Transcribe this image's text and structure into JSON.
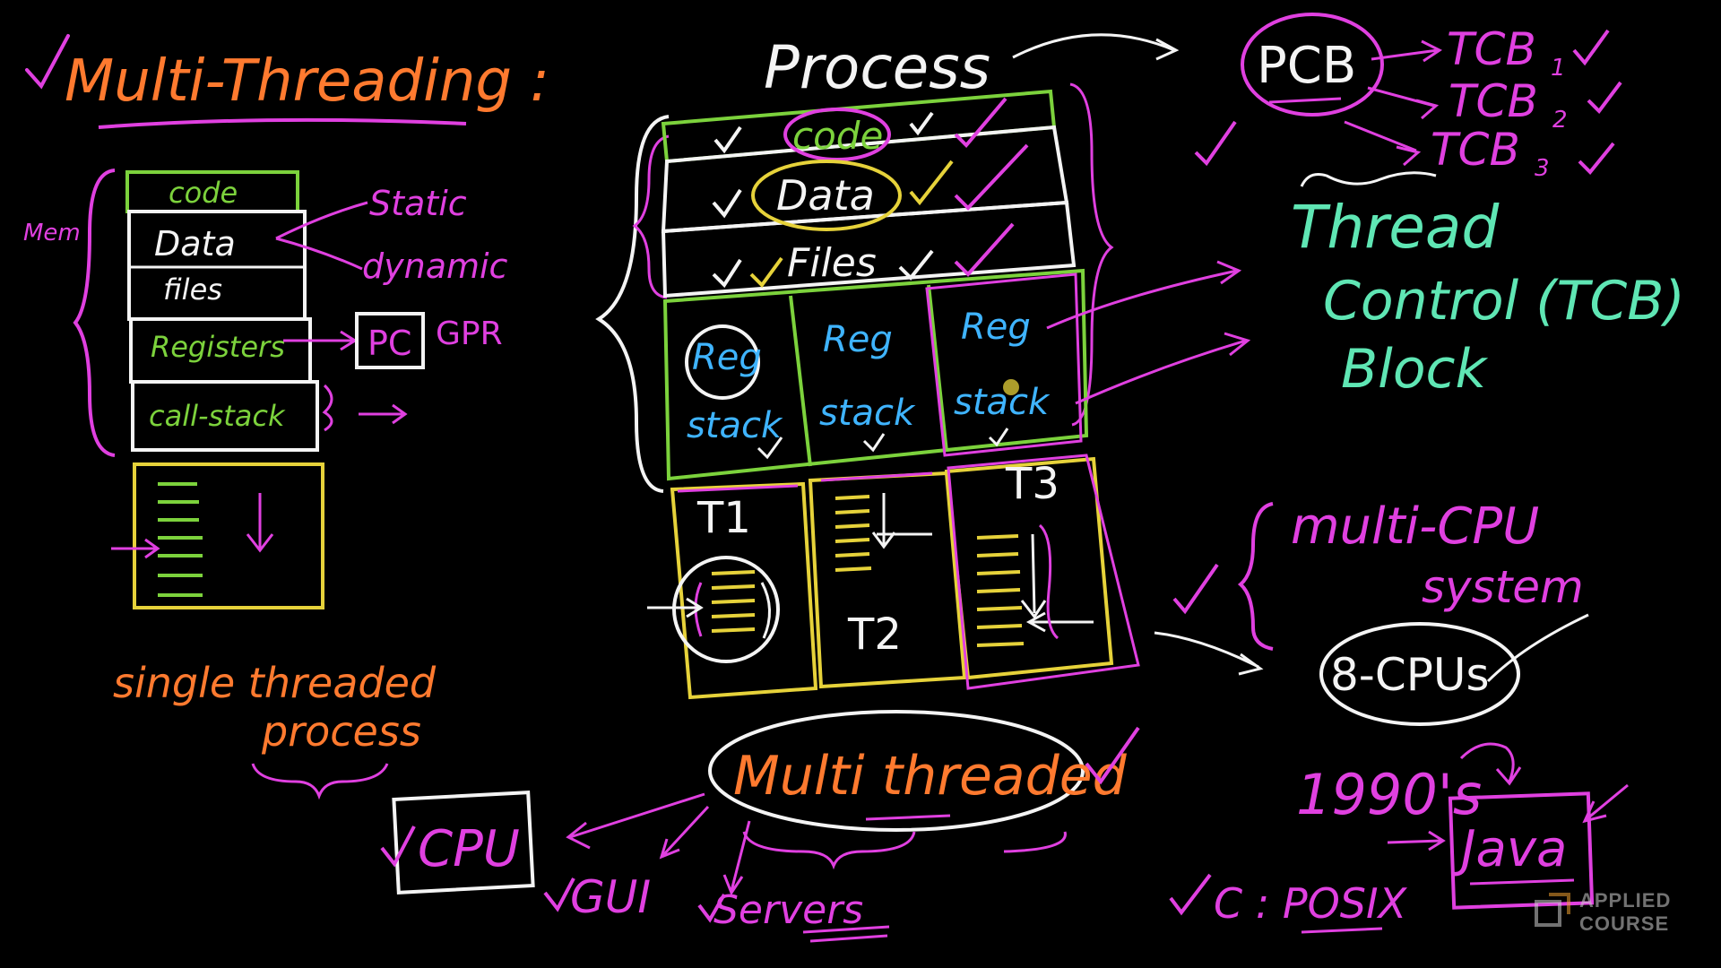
{
  "colors": {
    "background": "#000000",
    "white": "#f4f4f4",
    "orange": "#ff7a2f",
    "magenta": "#e040e0",
    "green": "#7cd23c",
    "blue": "#3fb4ff",
    "yellow": "#e6d23a",
    "teal": "#5fe6b4"
  },
  "left": {
    "title": "Multi-Threading :",
    "mem_label": "Mem",
    "stack_sections": [
      "code",
      "Data",
      "files",
      "Registers",
      "call-stack"
    ],
    "static_label": "Static",
    "dynamic_label": "dynamic",
    "pc_label": "PC",
    "gpr_label": "GPR",
    "caption_line1": "single threaded",
    "caption_line2": "process"
  },
  "center": {
    "title": "Process",
    "sections": {
      "code": "code",
      "data": "Data",
      "files": "Files"
    },
    "threads": [
      {
        "reg": "Reg",
        "stack": "stack",
        "label": "T1"
      },
      {
        "reg": "Reg",
        "stack": "stack",
        "label": "T2"
      },
      {
        "reg": "Reg",
        "stack": "stack",
        "label": "T3"
      }
    ],
    "multithreaded": "Multi threaded",
    "cpu_label": "CPU",
    "gui_label": "GUI",
    "servers_label": "Servers"
  },
  "right": {
    "pcb": "PCB",
    "tcbs": [
      "TCB",
      "TCB",
      "TCB"
    ],
    "tcb_subscripts": [
      "1",
      "2",
      "3"
    ],
    "tcb_full_line1": "Thread",
    "tcb_full_line2": "Control (TCB)",
    "tcb_full_line3": "Block",
    "multi_cpu_line1": "multi-CPU",
    "multi_cpu_line2": "system",
    "cpus": "8-CPUs",
    "year": "1990's",
    "java": "Java",
    "posix": "C : POSIX"
  },
  "logo": {
    "line1": "APPLIED",
    "line2": "COURSE"
  }
}
